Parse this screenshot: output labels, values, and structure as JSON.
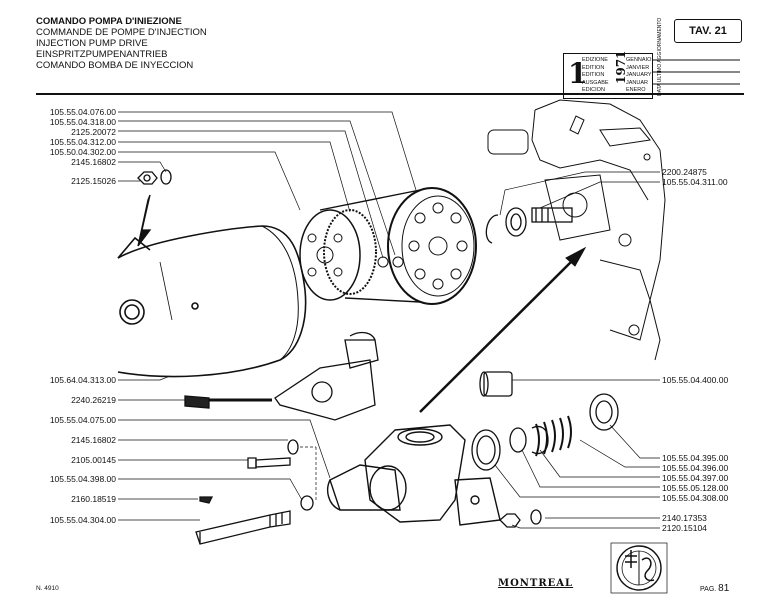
{
  "titles": [
    "COMANDO POMPA D'INIEZIONE",
    "COMMANDE DE POMPE D'INJECTION",
    "INJECTION PUMP DRIVE",
    "EINSPRITZPUMPENANTRIEB",
    "COMANDO BOMBA DE INYECCION"
  ],
  "table_ref": "TAV. 21",
  "edition_stamp": {
    "number": "1",
    "labels": [
      "EDIZIONE",
      "EDITION",
      "EDITION",
      "AUSGABE",
      "EDICION"
    ],
    "year": "1971",
    "months": [
      "GENNAIO",
      "JANVIER",
      "JANUARY",
      "JANUAR",
      "ENERO"
    ],
    "update_label": "DATA ULTIMO AGGIORNAMENTO"
  },
  "left_labels": [
    "105.55.04.076.00",
    "105.55.04.318.00",
    "2125.20072",
    "105.55.04.312.00",
    "105.50.04.302.00",
    "2145.16802",
    "2125.15026",
    "105.64.04.313.00",
    "2240.26219",
    "105.55.04.075.00",
    "2145.16802",
    "2105.00145",
    "105.55.04.398.00",
    "2160.18519",
    "105.55.04.304.00"
  ],
  "right_labels": [
    "2200.24875",
    "105.55.04.311.00",
    "105.55.04.400.00",
    "105.55.04.395.00",
    "105.55.04.396.00",
    "105.55.04.397.00",
    "105.55.05.128.00",
    "105.55.04.308.00",
    "2140.17353",
    "2120.15104"
  ],
  "footer": {
    "number": "N. 4910",
    "brand": "MONTREAL",
    "page_label": "PAG.",
    "page_number": "81"
  }
}
